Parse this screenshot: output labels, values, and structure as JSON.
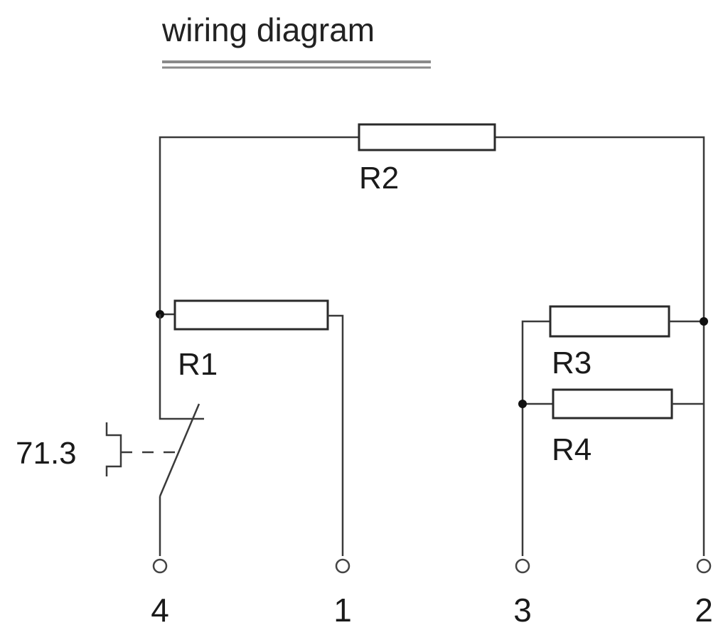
{
  "title": "wiring diagram",
  "components": {
    "r1": {
      "label": "R1"
    },
    "r2": {
      "label": "R2"
    },
    "r3": {
      "label": "R3"
    },
    "r4": {
      "label": "R4"
    }
  },
  "thermal_switch": {
    "label": "71.3"
  },
  "terminals": [
    {
      "id": "t4",
      "label": "4"
    },
    {
      "id": "t1",
      "label": "1"
    },
    {
      "id": "t3",
      "label": "3"
    },
    {
      "id": "t2",
      "label": "2"
    }
  ],
  "colors": {
    "line": "#3a3a3a",
    "text": "#1a1a1a",
    "underline": "#8a8a8a"
  }
}
